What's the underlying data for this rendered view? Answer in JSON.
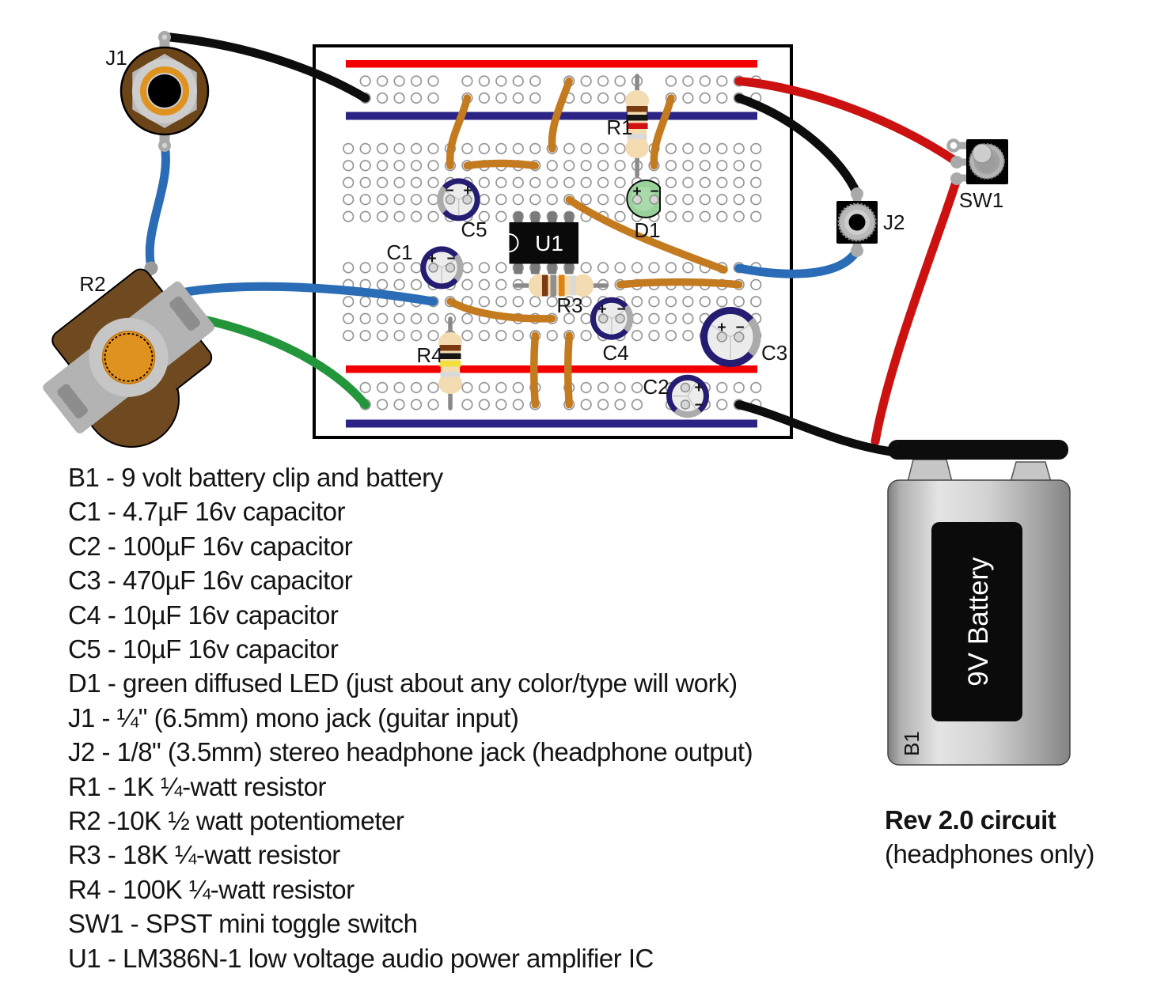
{
  "labels": {
    "j1": "J1",
    "j2": "J2",
    "r1": "R1",
    "r2": "R2",
    "r3": "R3",
    "r4": "R4",
    "c1": "C1",
    "c2": "C2",
    "c3": "C3",
    "c4": "C4",
    "c5": "C5",
    "d1": "D1",
    "u1": "U1",
    "sw1": "SW1"
  },
  "polarity": {
    "plus": "+",
    "minus": "−"
  },
  "battery": {
    "designator": "B1",
    "label": "9V Battery"
  },
  "caption": {
    "title": "Rev 2.0 circuit",
    "subtitle": "(headphones only)"
  },
  "parts_list": [
    "B1 - 9 volt battery clip and battery",
    "C1 - 4.7µF 16v capacitor",
    "C2 - 100µF 16v capacitor",
    "C3 - 470µF 16v capacitor",
    "C4 - 10µF 16v capacitor",
    "C5 - 10µF 16v capacitor",
    "D1 - green diffused LED (just about any color/type will work)",
    "J1 - ¼\" (6.5mm) mono jack (guitar input)",
    "J2 - 1/8\" (3.5mm) stereo headphone jack (headphone output)",
    "R1 - 1K ¼-watt resistor",
    "R2 -10K ½ watt potentiometer",
    "R3 - 18K ¼-watt resistor",
    "R4 - 100K ¼-watt resistor",
    "SW1 - SPST mini toggle switch",
    "U1 - LM386N-1 low voltage audio power amplifier IC"
  ],
  "colors": {
    "rail_positive_red": "#f20000",
    "rail_negative_blue": "#2b2484",
    "jumper_orange": "#c47a1f",
    "wire_black": "#0d0d0d",
    "wire_red": "#cc1111",
    "wire_blue": "#2a6db6",
    "wire_green": "#23963c",
    "capacitor_ring_navy": "#241d71",
    "led_green": "#98d29a",
    "resistor_tan": "#f4dcb2",
    "ic_black": "#0a0a0a",
    "pot_brown": "#6f4a21",
    "jack_brown": "#6b4418",
    "accent_orange": "#e0921e",
    "battery_label_black": "#0b0b0b"
  }
}
